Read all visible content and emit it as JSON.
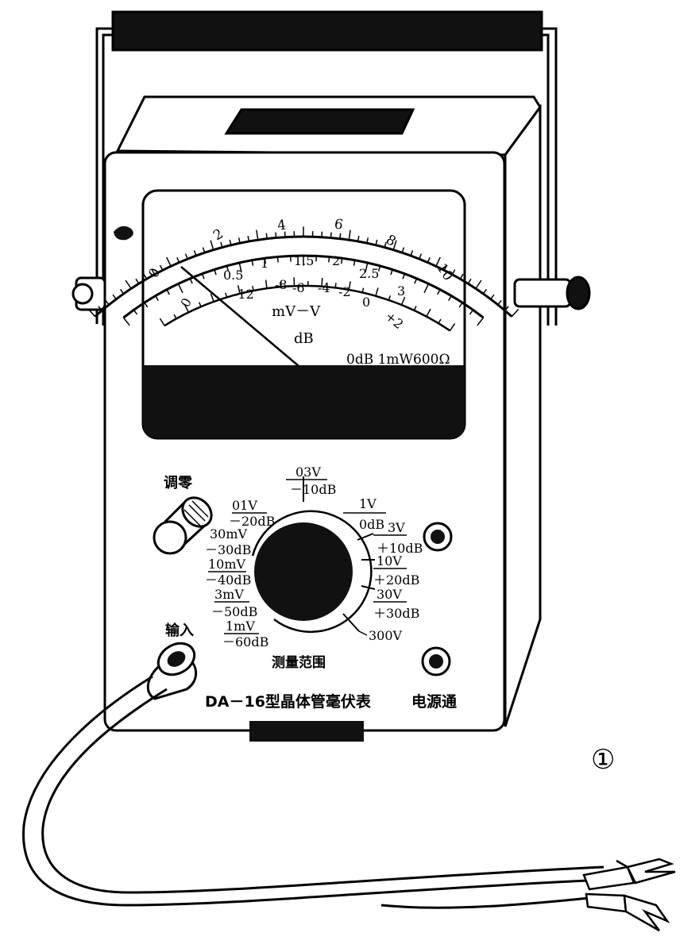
{
  "meter": {
    "upper_scale": [
      "0",
      "2",
      "4",
      "6",
      "8",
      "10"
    ],
    "middle_scale": [
      "0",
      "0.5",
      "1",
      "1.5",
      "2",
      "2.5",
      "3"
    ],
    "db_scale": [
      "-12",
      "-8",
      "-6",
      "-4",
      "-2",
      "0",
      "+2"
    ],
    "unit_label": "mV－V",
    "db_label": "dB",
    "ref_label": "0dB 1mW600Ω"
  },
  "controls": {
    "zero_adjust": "调零",
    "input": "输入",
    "range_title": "测量范围",
    "model": "DA－16型晶体管毫伏表",
    "power": "电源通",
    "range_labels": [
      {
        "v": "03V",
        "db": "－10dB"
      },
      {
        "v": "01V",
        "db": "－20dB"
      },
      {
        "v": "30mV",
        "db": "－30dB"
      },
      {
        "v": "10mV",
        "db": "－40dB"
      },
      {
        "v": "3mV",
        "db": "－50dB"
      },
      {
        "v": "1mV",
        "db": "－60dB"
      },
      {
        "v": "1V",
        "db": "0dB"
      },
      {
        "v": "3V",
        "db": "＋10dB"
      },
      {
        "v": "10V",
        "db": "＋20dB"
      },
      {
        "v": "30V",
        "db": "＋30dB"
      },
      {
        "v": "300V",
        "db": ""
      }
    ]
  },
  "figure_number": "①"
}
